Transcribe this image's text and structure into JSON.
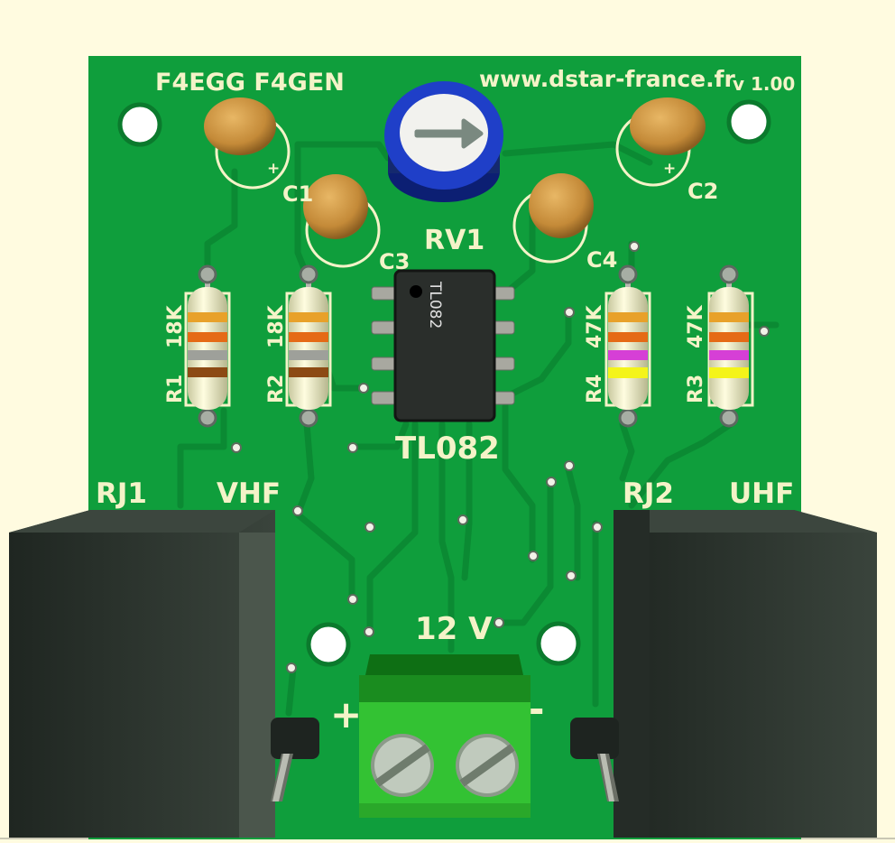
{
  "pcb": {
    "authors": "F4EGG F4GEN",
    "website": "www.dstar-france.fr",
    "version": "v 1.00",
    "colors": {
      "background": "#fffbe0",
      "board": "#0f9e3c",
      "trace": "#0b8a33",
      "silkscreen": "#f4f3c8",
      "capacitor_body": "#c9933f",
      "trimmer_ring": "#1f3fc8",
      "terminal_green": "#2fbf2f",
      "connector_body": "#2a332c"
    }
  },
  "components": {
    "rv1_label": "RV1",
    "c1_label": "C1",
    "c2_label": "C2",
    "c3_label": "C3",
    "c4_label": "C4",
    "c1_polarity": "+",
    "c2_polarity": "+",
    "ic_marking": "TL082",
    "ic_label": "TL082",
    "r1": {
      "ref": "R1",
      "value": "18K"
    },
    "r2": {
      "ref": "R2",
      "value": "18K"
    },
    "r3": {
      "ref": "R3",
      "value": "47K"
    },
    "r4": {
      "ref": "R4",
      "value": "47K"
    }
  },
  "connectors": {
    "rj1_label": "RJ1",
    "rj1_band": "VHF",
    "rj2_label": "RJ2",
    "rj2_band": "UHF",
    "power_label": "12 V",
    "power_plus": "+",
    "power_minus": "-"
  }
}
